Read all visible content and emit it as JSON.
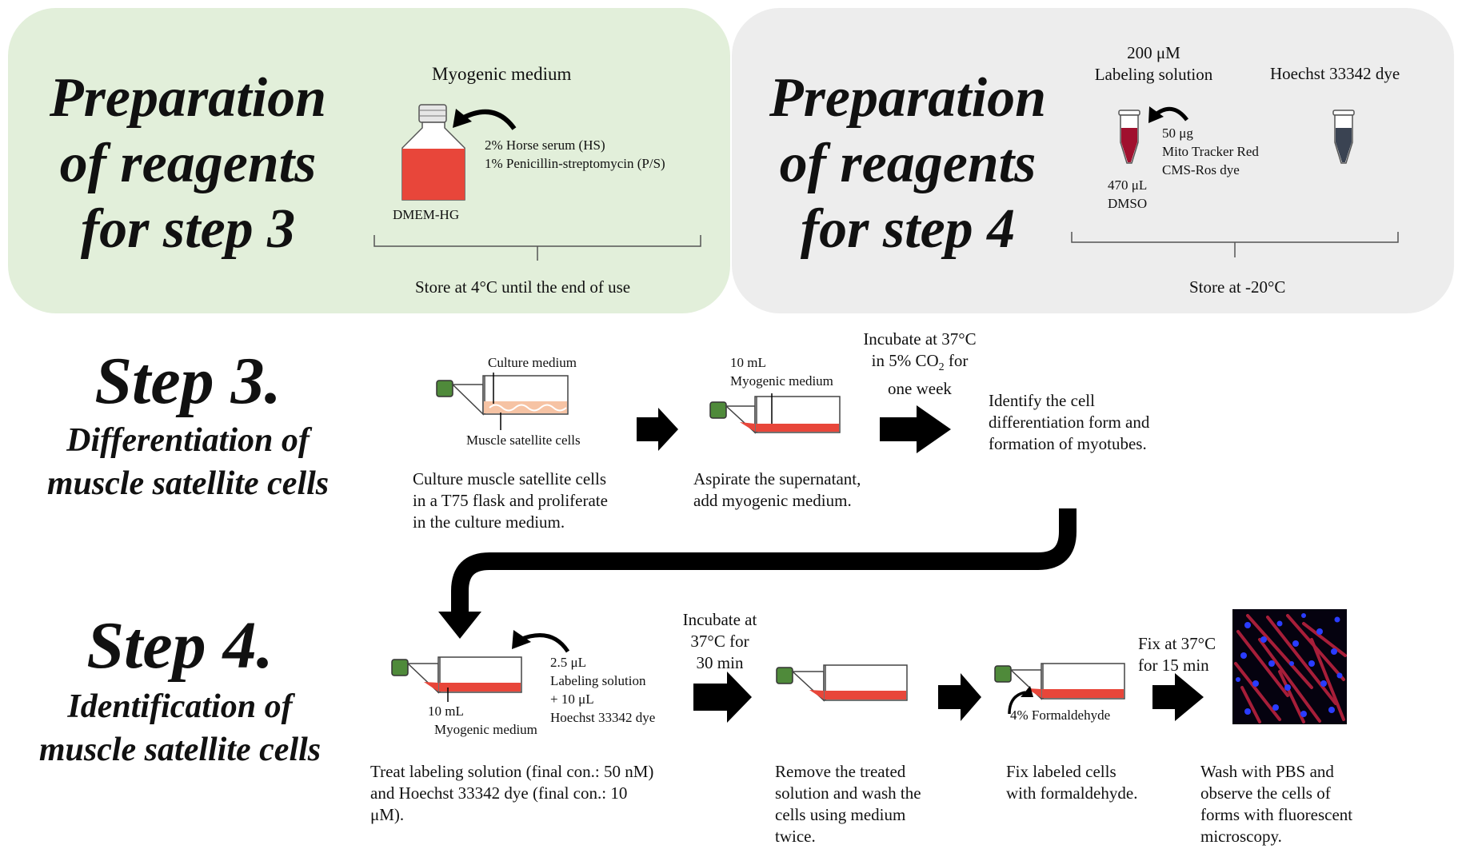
{
  "prep3": {
    "title_l1": "Preparation",
    "title_l2": "of reagents",
    "title_l3": "for step 3",
    "medium_title": "Myogenic medium",
    "additive_1": "2% Horse serum (HS)",
    "additive_2": "1% Penicillin-streptomycin (P/S)",
    "bottle_label": "DMEM-HG",
    "storage": "Store at 4°C until the end of use"
  },
  "prep4": {
    "title_l1": "Preparation",
    "title_l2": "of reagents",
    "title_l3": "for step 4",
    "labeling_l1": "200 μM",
    "labeling_l2": "Labeling solution",
    "hoechst_title": "Hoechst 33342 dye",
    "dye_l1": "50 μg",
    "dye_l2": "Mito Tracker Red",
    "dye_l3": "CMS-Ros dye",
    "dmso_l1": "470 μL",
    "dmso_l2": "DMSO",
    "storage": "Store at -20°C"
  },
  "step3": {
    "title": "Step 3.",
    "sub_l1": "Differentiation of",
    "sub_l2": "muscle satellite cells",
    "flask1_top": "Culture medium",
    "flask1_bottom": "Muscle satellite cells",
    "desc1_l1": "Culture muscle satellite cells",
    "desc1_l2": "in a T75 flask and proliferate",
    "desc1_l3": "in the culture medium.",
    "flask2_l1": "10 mL",
    "flask2_l2": "Myogenic medium",
    "desc2_l1": "Aspirate the supernatant,",
    "desc2_l2": "add myogenic medium.",
    "incubate_l1": "Incubate at 37°C",
    "incubate_l2a": "in 5% CO",
    "incubate_l2sub": "2",
    "incubate_l2b": " for",
    "incubate_l3": "one week",
    "identify_l1": "Identify the cell",
    "identify_l2": "differentiation form and",
    "identify_l3": "formation of myotubes."
  },
  "step4": {
    "title": "Step 4.",
    "sub_l1": "Identification of",
    "sub_l2": "muscle satellite cells",
    "add_l1": "2.5 μL",
    "add_l2": "Labeling solution",
    "add_l3": "+ 10 μL",
    "add_l4": "Hoechst 33342 dye",
    "flask_l1": "10 mL",
    "flask_l2": "Myogenic medium",
    "desc1_l1": "Treat labeling solution (final con.: 50 nM)",
    "desc1_l2": "and Hoechst 33342 dye (final con.: 10",
    "desc1_l3": "μM).",
    "incubate_l1": "Incubate at",
    "incubate_l2": "37°C for",
    "incubate_l3": "30 min",
    "desc2_l1": "Remove the treated",
    "desc2_l2": "solution and wash the",
    "desc2_l3": "cells using medium",
    "desc2_l4": "twice.",
    "formaldehyde": "4% Formaldehyde",
    "desc3_l1": "Fix labeled cells",
    "desc3_l2": "with formaldehyde.",
    "fix_l1": "Fix at 37°C",
    "fix_l2": "for 15 min",
    "desc4_l1": "Wash with PBS and",
    "desc4_l2": "observe the cells of",
    "desc4_l3": "forms with fluorescent",
    "desc4_l4": "microscopy."
  },
  "colors": {
    "panel_green": "#e2efda",
    "panel_gray": "#ededed",
    "medium_red": "#e8463a",
    "cap_green": "#4f8a3a",
    "dye_red": "#a0102e",
    "dye_dark": "#3a4352",
    "arrow": "#000000"
  }
}
